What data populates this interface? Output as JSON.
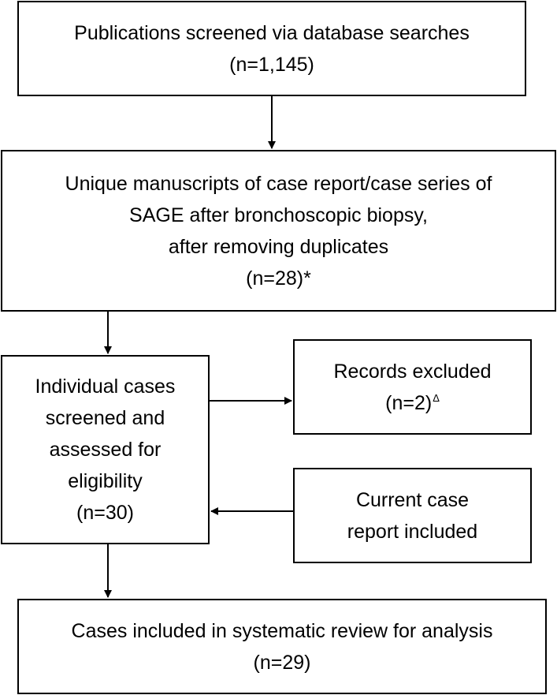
{
  "flowchart": {
    "screened": {
      "title": "Publications screened via database searches",
      "count": "(n=1,145)"
    },
    "unique": {
      "line1": "Unique manuscripts of case report/case series of",
      "line2": "SAGE after bronchoscopic biopsy,",
      "line3": "after removing duplicates",
      "count": "(n=28)*"
    },
    "individual": {
      "line1": "Individual cases",
      "line2": "screened and",
      "line3": "assessed for",
      "line4": "eligibility",
      "count": "(n=30)"
    },
    "excluded": {
      "title": "Records excluded",
      "count": "(n=2)",
      "mark": "Δ"
    },
    "current": {
      "line1": "Current case",
      "line2": "report included"
    },
    "included": {
      "title": "Cases included in systematic review for analysis",
      "count": "(n=29)"
    }
  }
}
